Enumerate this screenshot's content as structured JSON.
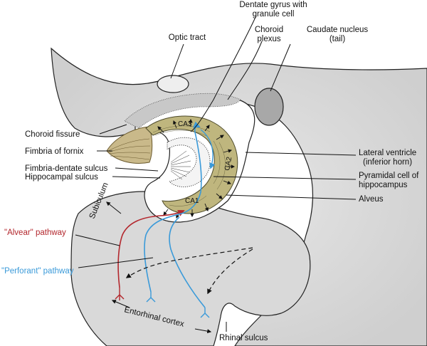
{
  "labels": {
    "dentate_gyrus_1": "Dentate gyrus with",
    "dentate_gyrus_2": "granule cell",
    "optic_tract": "Optic tract",
    "choroid_plexus_1": "Choroid",
    "choroid_plexus_2": "plexus",
    "caudate_1": "Caudate nucleus",
    "caudate_2": "(tail)",
    "choroid_fissure": "Choroid fissure",
    "fimbria_fornix": "Fimbria of fornix",
    "fimbria_dentate": "Fimbria-dentate sulcus",
    "hippocampal_sulcus": "Hippocampal sulcus",
    "lateral_ventricle_1": "Lateral ventricle",
    "lateral_ventricle_2": "(inferior horn)",
    "pyramidal_1": "Pyramidal cell of",
    "pyramidal_2": "hippocampus",
    "alveus": "Alveus",
    "subiculum": "Subiculum",
    "alvear": "\"Alvear\" pathway",
    "perforant": "\"Perforant\" pathway",
    "entorhinal": "Entorhinal cortex",
    "rhinal": "Rhinal sulcus",
    "ca1": "CA1",
    "ca2": "CA2",
    "ca3": "CA3"
  },
  "colors": {
    "alvear": "#b3272d",
    "perforant": "#3a9ad9",
    "tissue": "#dedede",
    "ventricle": "#ffffff",
    "fimbria": "#c9b98a",
    "caudate": "#a8a8a8"
  }
}
